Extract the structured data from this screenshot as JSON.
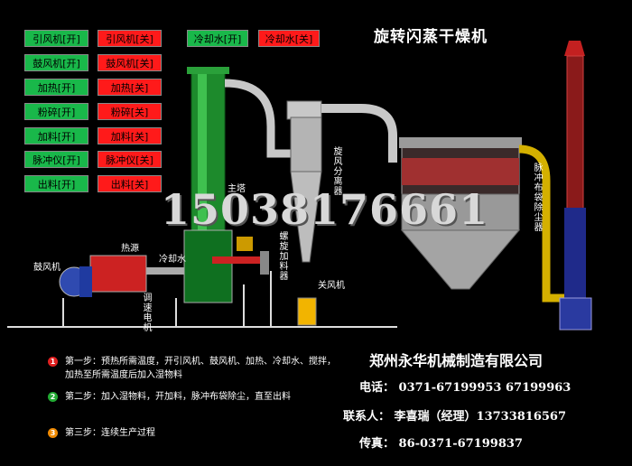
{
  "title": "旋转闪蒸干燥机",
  "buttons": [
    {
      "on": "引风机[开]",
      "off": "引风机[关]"
    },
    {
      "on": "鼓风机[开]",
      "off": "鼓风机[关]"
    },
    {
      "on": "加热[开]",
      "off": "加热[关]"
    },
    {
      "on": "粉碎[开]",
      "off": "粉碎[关]"
    },
    {
      "on": "加料[开]",
      "off": "加料[关]"
    },
    {
      "on": "脉冲仪[开]",
      "off": "脉冲仪[关]"
    },
    {
      "on": "出料[开]",
      "off": "出料[关]"
    }
  ],
  "cooling": {
    "on": "冷却水[开]",
    "off": "冷却水[关]"
  },
  "labels": {
    "main_tower": "主塔",
    "cyclone": "旋风分离器",
    "bag_filter": "脉冲布袋除尘器",
    "blower": "鼓风机",
    "heat_source": "热源",
    "cooling_water": "冷却水",
    "screw_feeder": "螺旋加料器",
    "speed_motor": "调速电机",
    "shutoff_fan": "关风机"
  },
  "phone_banner": "15038176661",
  "steps": [
    {
      "num": "1",
      "color": "#e02020",
      "text1": "第一步：预热所需温度，开引风机、鼓风机、加热、冷却水、搅拌，",
      "text2": "加热至所需温度后加入湿物料"
    },
    {
      "num": "2",
      "color": "#22aa33",
      "text1": "第二步：加入湿物料，开加料，脉冲布袋除尘，直至出料"
    },
    {
      "num": "3",
      "color": "#f08a00",
      "text1": "第三步：连续生产过程"
    }
  ],
  "company": {
    "name": "郑州永华机械制造有限公司",
    "phone": "电话： 0371-67199953 67199963",
    "contact": "联系人： 李喜瑞（经理）13733816567",
    "fax": "传真： 86-0371-67199837"
  }
}
